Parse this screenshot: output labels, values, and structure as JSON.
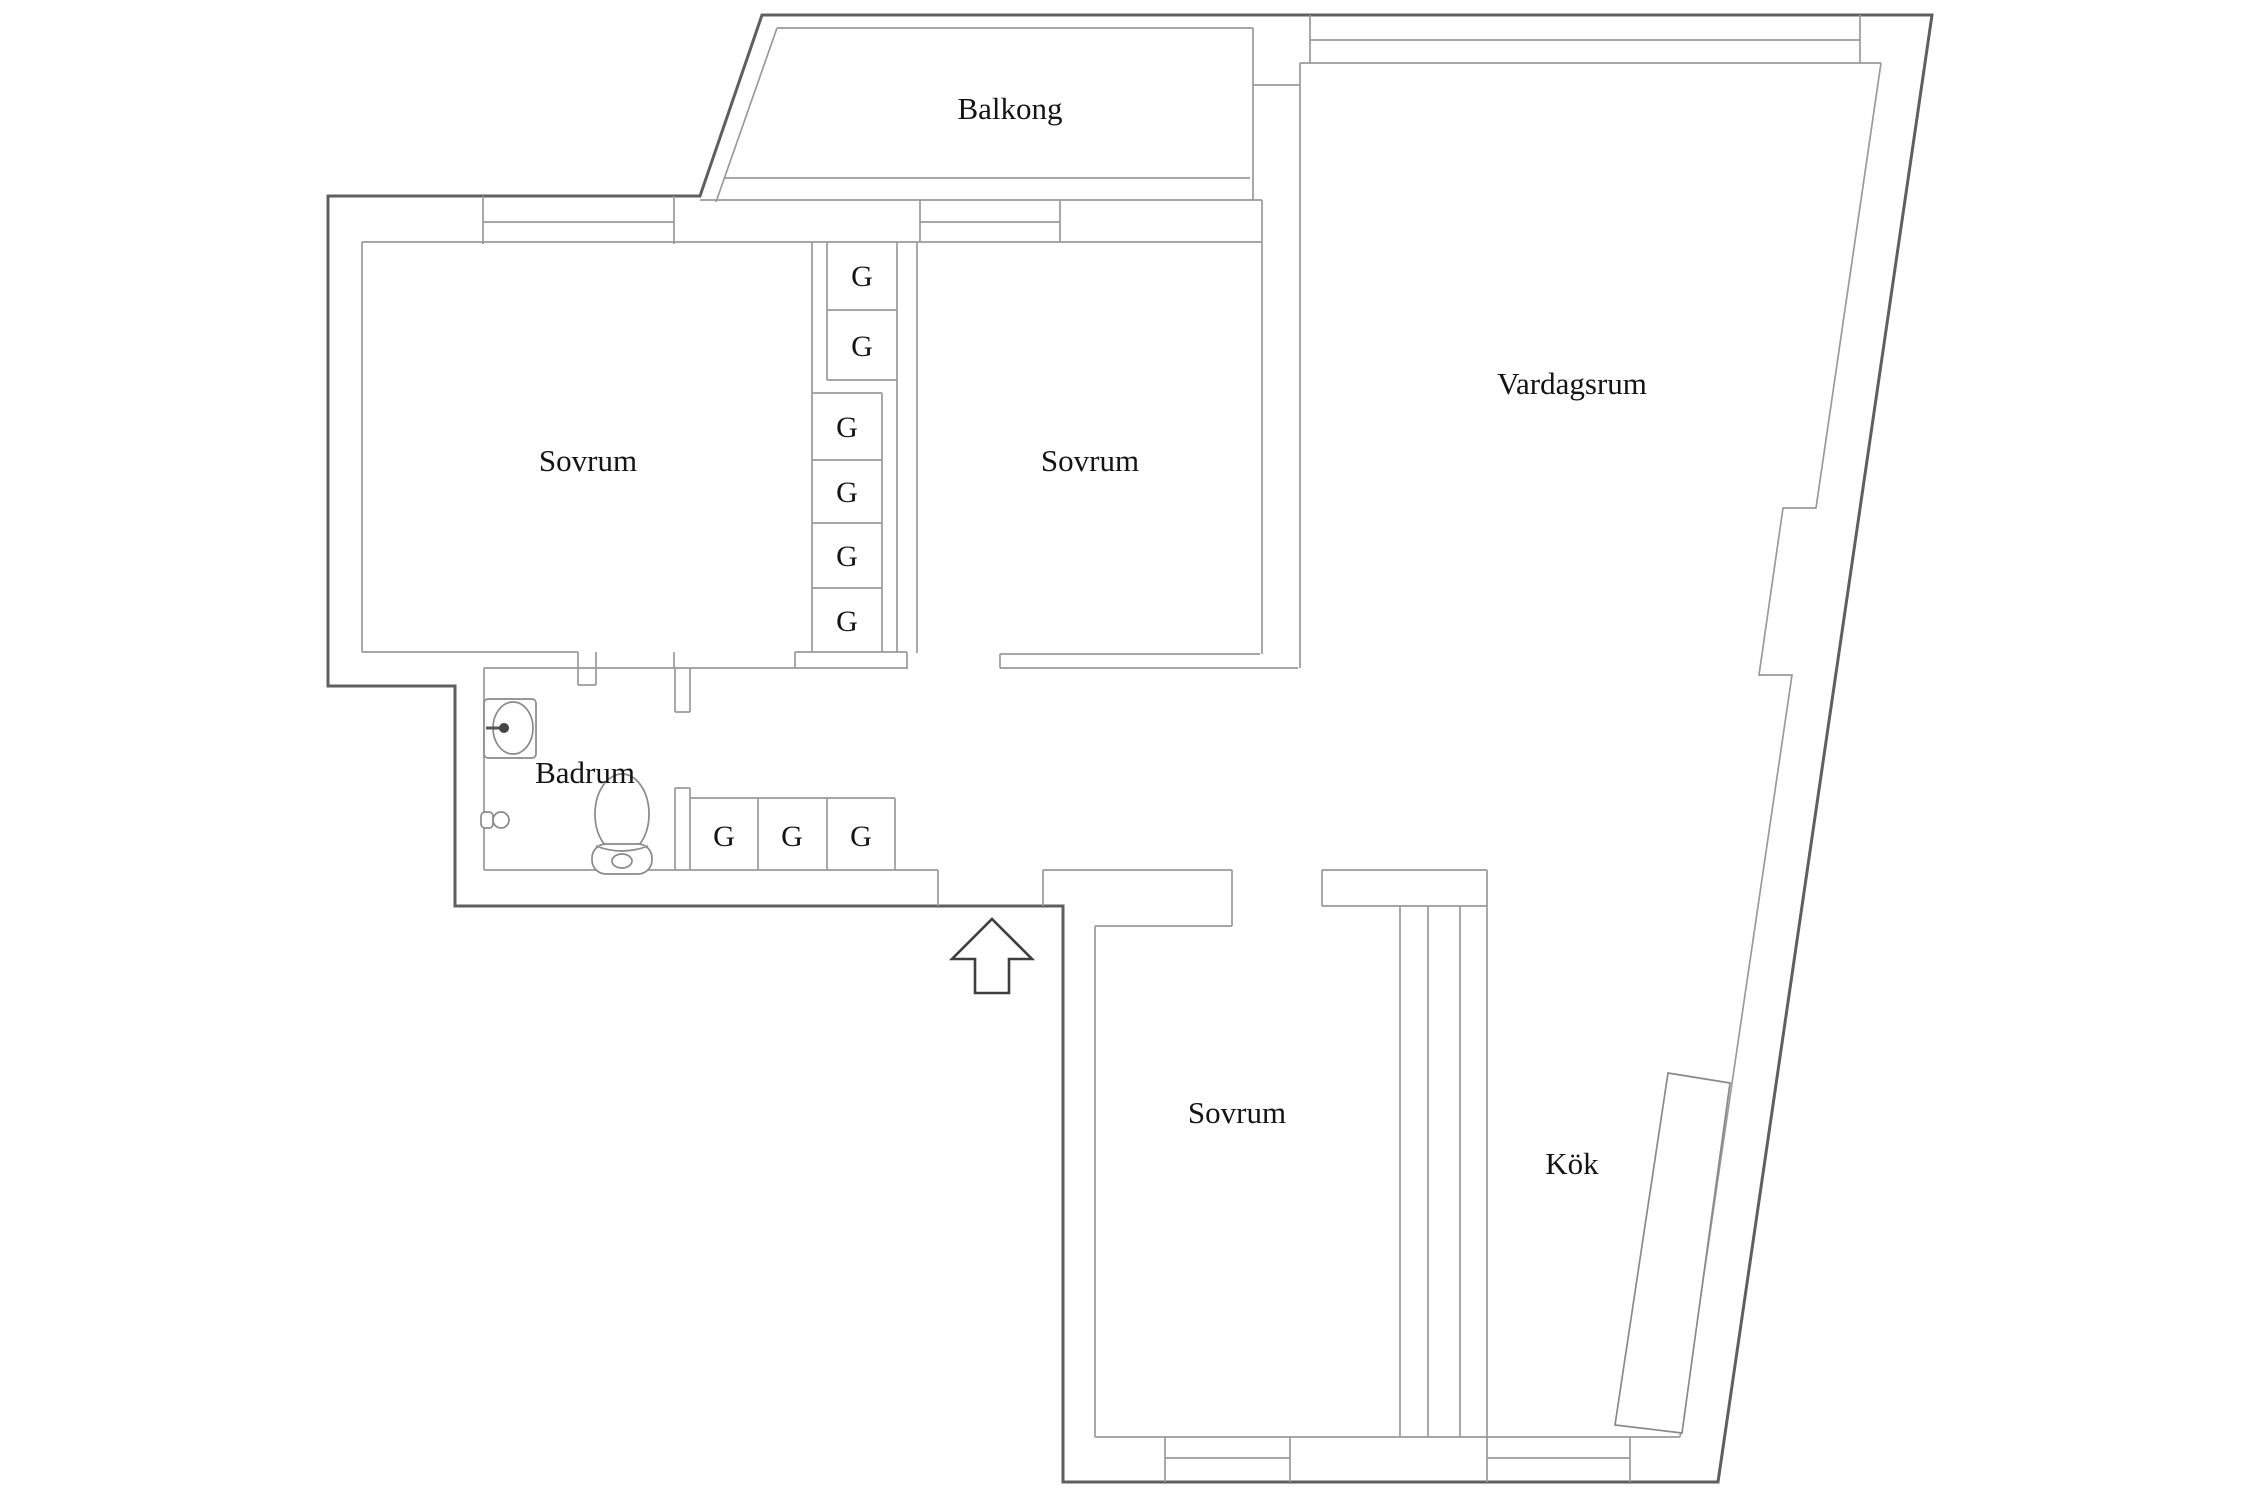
{
  "title": "Apartment floor plan",
  "colors": {
    "background": "#ffffff",
    "wall_outer": "#5f5f5f",
    "wall_inner": "#9a9a9a",
    "fixture_line": "#8a8a8a",
    "arrow_line": "#3f3f3f",
    "text": "#141414"
  },
  "rooms": {
    "balkong": {
      "label": "Balkong"
    },
    "sovrum_left": {
      "label": "Sovrum"
    },
    "sovrum_middle": {
      "label": "Sovrum"
    },
    "vardagsrum": {
      "label": "Vardagsrum"
    },
    "badrum": {
      "label": "Badrum"
    },
    "sovrum_bottom": {
      "label": "Sovrum"
    },
    "kok": {
      "label": "Kök"
    }
  },
  "closets": {
    "column": [
      "G",
      "G",
      "G",
      "G",
      "G",
      "G"
    ],
    "row": [
      "G",
      "G",
      "G"
    ]
  },
  "icons": {
    "entrance_arrow": "entrance-direction-arrow",
    "sink": "bathroom-sink",
    "toilet": "toilet",
    "valve": "wall-valve"
  }
}
